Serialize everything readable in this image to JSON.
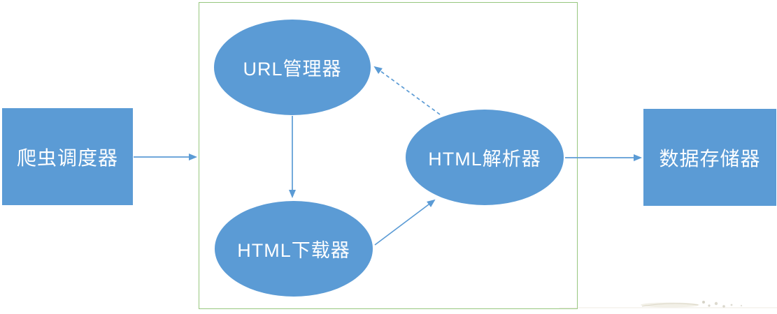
{
  "diagram": {
    "nodes": {
      "scheduler": {
        "label": "爬虫调度器",
        "shape": "rect"
      },
      "url_manager": {
        "label": "URL管理器",
        "shape": "ellipse"
      },
      "html_downloader": {
        "label": "HTML下载器",
        "shape": "ellipse"
      },
      "html_parser": {
        "label": "HTML解析器",
        "shape": "ellipse"
      },
      "data_storage": {
        "label": "数据存储器",
        "shape": "rect"
      }
    },
    "edges": [
      {
        "from": "scheduler",
        "to": "core_boundary",
        "style": "solid"
      },
      {
        "from": "url_manager",
        "to": "html_downloader",
        "style": "solid"
      },
      {
        "from": "html_downloader",
        "to": "html_parser",
        "style": "solid"
      },
      {
        "from": "html_parser",
        "to": "url_manager",
        "style": "dashed"
      },
      {
        "from": "html_parser",
        "to": "data_storage",
        "style": "solid"
      }
    ],
    "colors": {
      "node_fill": "#5b9bd5",
      "node_text": "#ffffff",
      "arrow": "#5b9bd5",
      "boundary_border": "#97c77e",
      "background": "#ffffff"
    }
  }
}
